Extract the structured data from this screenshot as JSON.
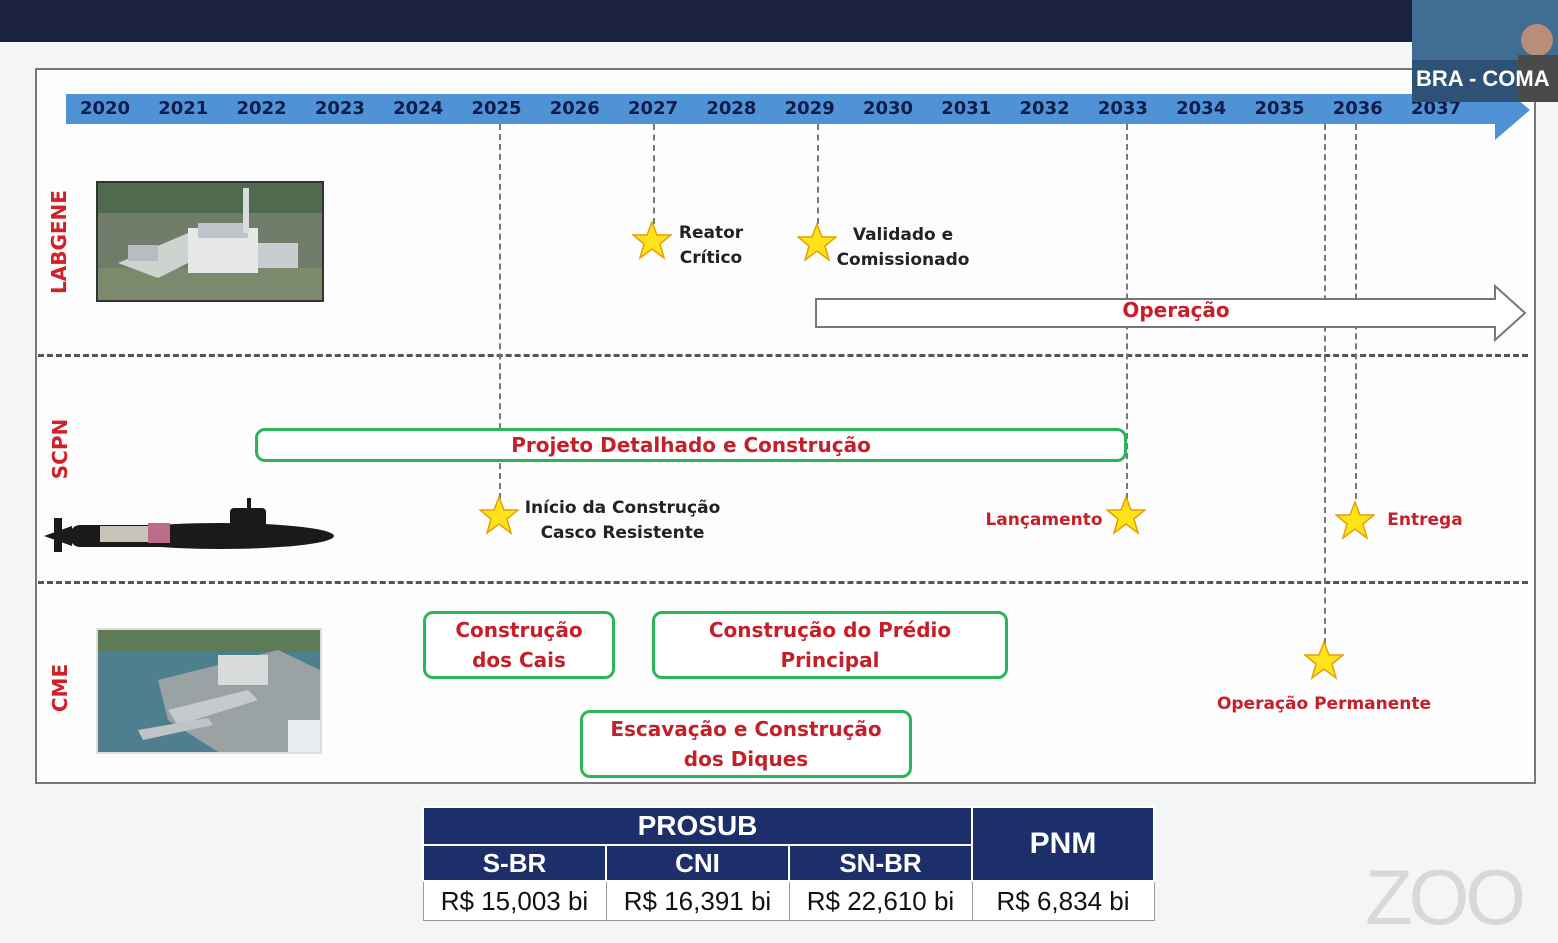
{
  "years": [
    "2020",
    "2021",
    "2022",
    "2023",
    "2024",
    "2025",
    "2026",
    "2027",
    "2028",
    "2029",
    "2030",
    "2031",
    "2032",
    "2033",
    "2034",
    "2035",
    "2036",
    "2037"
  ],
  "rows": {
    "labgene": "LABGENE",
    "scpn": "SCPN",
    "cme": "CME"
  },
  "labgene": {
    "reator": "Reator\nCrítico",
    "validado": "Validado e\nComissionado",
    "operacao": "Operação"
  },
  "scpn": {
    "projeto": "Projeto Detalhado e Construção",
    "inicio": "Início da Construção\nCasco Resistente",
    "lancamento": "Lançamento",
    "entrega": "Entrega"
  },
  "cme": {
    "cais": "Construção\ndos Cais",
    "predio": "Construção do Prédio\nPrincipal",
    "diques": "Escavação e Construção\ndos Diques",
    "operacao_permanente": "Operação Permanente"
  },
  "cost_table": {
    "prosub": "PROSUB",
    "pnm": "PNM",
    "columns": [
      "S-BR",
      "CNI",
      "SN-BR"
    ],
    "values": [
      "R$ 15,003 bi",
      "R$ 16,391 bi",
      "R$ 22,610 bi",
      "R$ 6,834 bi"
    ]
  },
  "overlay": {
    "camera_label": "BRA - COMA",
    "watermark": "ZOO"
  },
  "colors": {
    "arrow_blue": "#4f93d6",
    "accent_red": "#c5202a",
    "box_green": "#2bb558",
    "navy": "#1d2f6a",
    "star": "#ffe21a"
  }
}
